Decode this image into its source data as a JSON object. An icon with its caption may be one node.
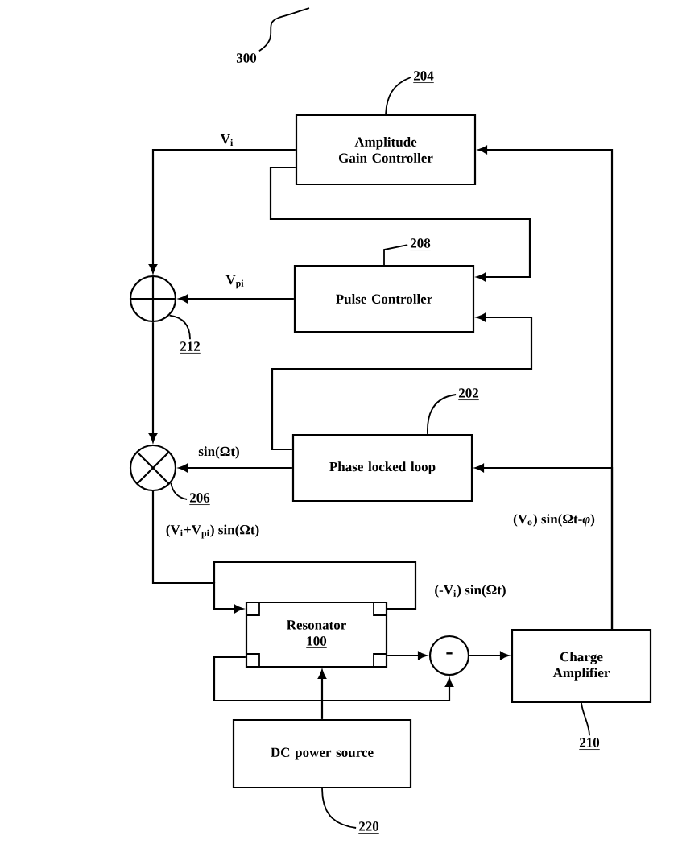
{
  "diagram": {
    "nodes": [
      {
        "text": [
          "Amplitude Gain Controller"
        ]
      },
      {
        "text": [
          "Pulse Controller"
        ]
      },
      {
        "text": [
          "Phase locked loop"
        ]
      },
      {
        "text": [],
        "shape": "circle"
      },
      {
        "text": [],
        "shape": "circle"
      },
      {
        "text": [
          "Resonator",
          "100"
        ]
      },
      {
        "text": [
          "-"
        ]
      },
      {
        "text": [
          "Charge Amplifier"
        ]
      },
      {
        "text": [
          "DC power source"
        ]
      },
      {
        "text": [
          "204"
        ]
      },
      {
        "text": [
          "208"
        ]
      },
      {
        "text": [
          "202"
        ]
      },
      {
        "text": [
          "212"
        ]
      },
      {
        "text": [
          "206"
        ]
      },
      {
        "text": [
          "210"
        ]
      },
      {
        "text": [
          "220"
        ]
      },
      {
        "text": [
          "300"
        ]
      }
    ],
    "edges": [
      {
        "from": 0,
        "to": 3,
        "arrow": "to",
        "label": "V$_{i}$"
      },
      {
        "from": 0,
        "to": 1,
        "arrow": "to"
      },
      {
        "from": 2,
        "to": 1,
        "arrow": "to"
      },
      {
        "from": 1,
        "to": 3,
        "arrow": "to",
        "label": "V$_{pi}$"
      },
      {
        "from": 3,
        "to": 4,
        "arrow": "to"
      },
      {
        "from": 2,
        "to": 4,
        "arrow": "to",
        "label": "sin(Ωt)"
      },
      {
        "from": 4,
        "to": 5,
        "arrow": "to",
        "label": "(V$_{i}$+V$_{pi}$) sin(Ωt)"
      },
      {
        "from": 5,
        "to": 6,
        "arrow": "to"
      },
      {
        "from": 5,
        "to": 6,
        "arrow": "to"
      },
      {
        "from": 6,
        "to": 7,
        "arrow": "to"
      },
      {
        "from": 7,
        "to": 0,
        "arrow": "to"
      },
      {
        "from": 7,
        "to": 2,
        "arrow": "to",
        "label": "(V$_{o}$) sin(Ωt-*φ*)"
      },
      {
        "from": 8,
        "to": 5,
        "arrow": "to"
      },
      {
        "from": 9,
        "to": 0,
        "arrow": "none"
      },
      {
        "from": 10,
        "to": 1,
        "arrow": "none"
      },
      {
        "from": 11,
        "to": 2,
        "arrow": "none"
      },
      {
        "from": 12,
        "to": 3,
        "arrow": "none"
      },
      {
        "from": 13,
        "to": 4,
        "arrow": "none"
      },
      {
        "from": 14,
        "to": 7,
        "arrow": "none"
      },
      {
        "from": 15,
        "to": 8,
        "arrow": "none"
      },
      {
        "from": 16,
        "to": null,
        "arrow": "none"
      }
    ],
    "labels": [
      "(-V$_{i}$) sin(Ωt)"
    ]
  }
}
